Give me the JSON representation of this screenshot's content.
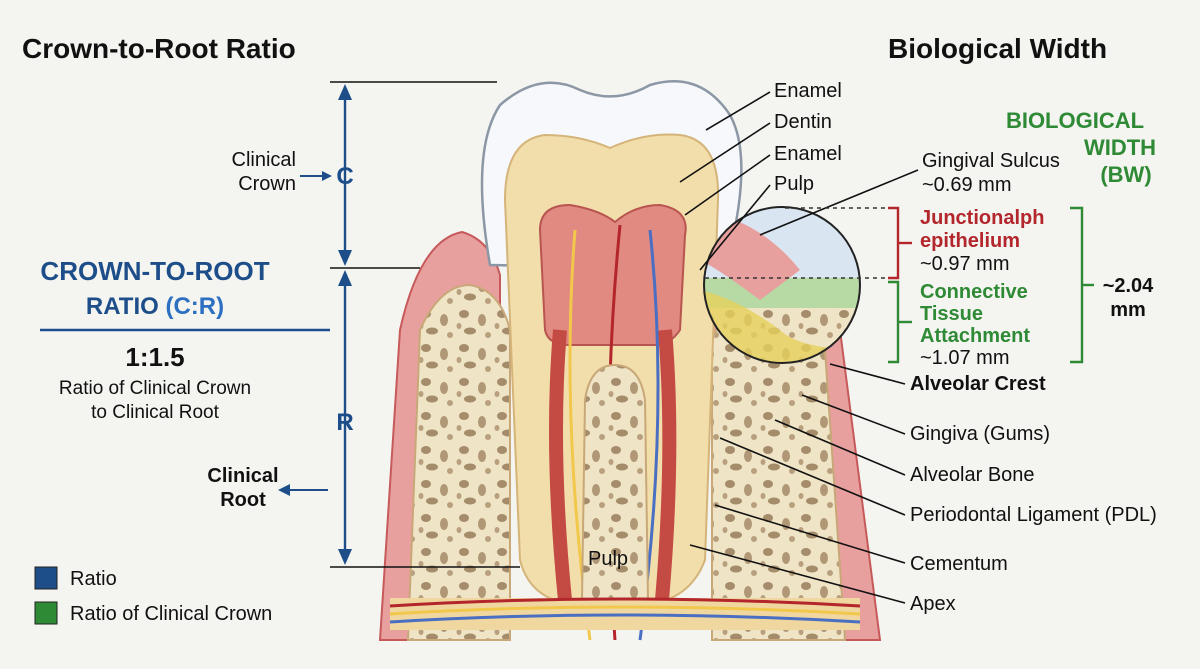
{
  "titles": {
    "left": "Crown-to-Root Ratio",
    "right": "Biological Width"
  },
  "tooth_labels": {
    "enamel_top": "Enamel",
    "dentin": "Dentin",
    "enamel_mid": "Enamel",
    "pulp_top": "Pulp",
    "pulp_bottom": "Pulp"
  },
  "ratio_panel": {
    "clinical_crown_1": "Clinical",
    "clinical_crown_2": "Crown",
    "c_letter": "C",
    "r_letter": "R",
    "heading_1": "CROWN-TO-ROOT",
    "heading_2a": "RATIO ",
    "heading_2b": "(C:R)",
    "ratio_value": "1:1.5",
    "desc_1": "Ratio of Clinical Crown",
    "desc_2": "to Clinical Root",
    "clinical_root_1": "Clinical",
    "clinical_root_2": "Root"
  },
  "bw_panel": {
    "heading_1": "BIOLOGICAL",
    "heading_2": "WIDTH",
    "heading_3": "(BW)",
    "sulcus_1": "Gingival Sulcus",
    "sulcus_2": "~0.69 mm",
    "je_1": "Junctionalph",
    "je_2": "epithelium",
    "je_3": "~0.97 mm",
    "ct_1": "Connective",
    "ct_2": "Tissue",
    "ct_3": "Attachment",
    "ct_4": "~1.07 mm",
    "total_1": "~2.04",
    "total_2": "mm",
    "alveolar_crest": "Alveolar Crest"
  },
  "right_labels": {
    "gingiva": "Gingiva (Gums)",
    "bone": "Alveolar Bone",
    "pdl": "Periodontal Ligament (PDL)",
    "cementum": "Cementum",
    "apex": "Apex"
  },
  "legend": [
    {
      "label": "Ratio",
      "color": "#1d4e89"
    },
    {
      "label": "Ratio of Clinical Crown",
      "color": "#2f8a35"
    }
  ],
  "colors": {
    "blue": "#1d4e89",
    "green": "#2f8a35",
    "red": "#b3262b",
    "gum": "#e8a3a0",
    "bone": "#efe3c4",
    "enamel": "#f3f6f9",
    "dentin": "#f2dfae",
    "pulp": "#e08a82"
  }
}
